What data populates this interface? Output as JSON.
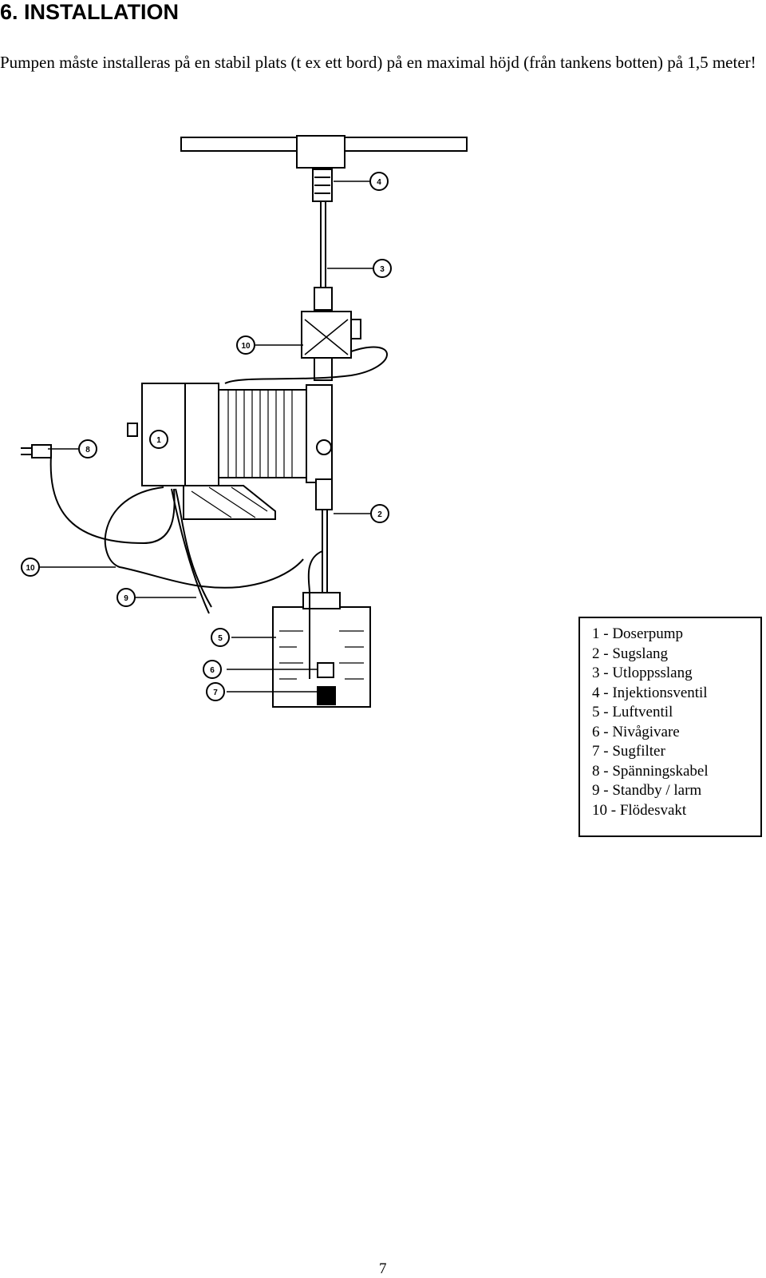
{
  "heading": "6. INSTALLATION",
  "intro": "Pumpen måste installeras på en stabil plats (t ex ett bord) på en maximal höjd (från tankens botten) på 1,5 meter!",
  "callouts": [
    "4",
    "3",
    "10",
    "1",
    "8",
    "2",
    "10",
    "9",
    "5",
    "6",
    "7"
  ],
  "legend": [
    "1 - Doserpump",
    "2 - Sugslang",
    "3 - Utloppsslang",
    "4 - Injektionsventil",
    "5 - Luftventil",
    "6 - Nivågivare",
    "7 - Sugfilter",
    "8 - Spänningskabel",
    "9 - Standby / larm",
    "10 - Flödesvakt"
  ],
  "page_number": "7"
}
